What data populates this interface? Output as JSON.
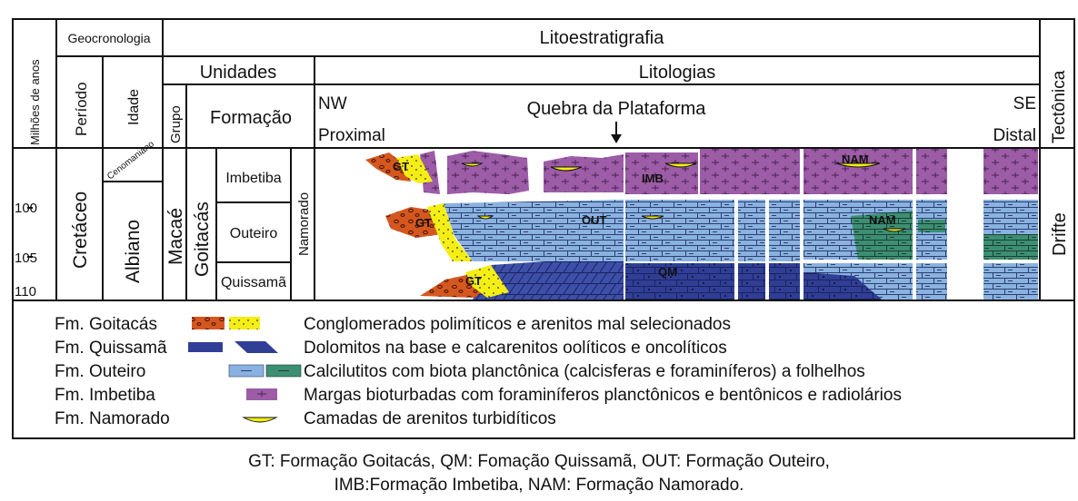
{
  "headers": {
    "milhoes": "Milhões de anos",
    "geocronologia": "Geocronologia",
    "litoestratigrafia": "Litoestratigrafia",
    "tectonica": "Tectônica",
    "periodo": "Período",
    "idade": "Idade",
    "unidades": "Unidades",
    "grupo": "Grupo",
    "formacao": "Formação",
    "litologias": "Litologias",
    "nw": "NW",
    "proximal": "Proximal",
    "quebra": "Quebra da Plataforma",
    "se": "SE",
    "distal": "Distal"
  },
  "chart": {
    "periodo": "Cretáceo",
    "cenomaniano": "Cenomaniano",
    "albiano": "Albiano",
    "grupo": "Macaé",
    "formacao": "Goitacás",
    "units": [
      "Imbetiba",
      "Outeiro",
      "Quissamã"
    ],
    "namorado": "Namorado",
    "tectonica": "Drifte",
    "ages": [
      "100",
      "105",
      "110"
    ]
  },
  "section_labels": {
    "gt": "GT",
    "imb": "IMB",
    "nam": "NAM",
    "out": "OUT",
    "qm": "QM"
  },
  "legend": [
    {
      "unit": "Fm. Goitacás",
      "description": "Conglomerados polimíticos e arenitos mal selecionados"
    },
    {
      "unit": "Fm. Quissamã",
      "description": "Dolomitos na base e calcarenitos oolíticos e oncolíticos"
    },
    {
      "unit": "Fm. Outeiro",
      "description": "Calcilutitos com biota planctônica (calcisferas e foraminíferos) a folhelhos"
    },
    {
      "unit": "Fm. Imbetiba",
      "description": "Margas bioturbadas com foraminíferos planctônicos e bentônicos e radiolários"
    },
    {
      "unit": "Fm. Namorado",
      "description": "Camadas de arenitos turbidíticos"
    }
  ],
  "caption": [
    "GT: Formação Goitacás, QM: Fomação Quissamã, OUT: Formação Outeiro,",
    "IMB:Formação Imbetiba, NAM: Formação Namorado."
  ],
  "colors": {
    "purple": "#9c5ca6",
    "lightblue": "#8ab2e0",
    "green": "#3d8f73",
    "navy": "#303f95",
    "orange": "#d4571f",
    "yellow": "#f4ee14"
  }
}
